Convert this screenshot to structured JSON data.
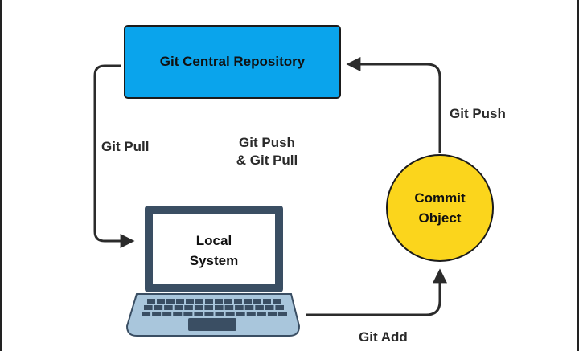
{
  "diagram": {
    "nodes": {
      "repository": {
        "label": "Git Central Repository",
        "fill": "#0aa4ec",
        "stroke": "#1b1b1b"
      },
      "commit_object": {
        "label": "Commit\nObject",
        "fill": "#fbd51c",
        "stroke": "#1b1b1b"
      },
      "local_system": {
        "label": "Local\nSystem",
        "frame_color": "#3a4e63",
        "screen_color": "#ffffff",
        "base_color": "#3a4e63"
      }
    },
    "edges": {
      "pull": {
        "label": "Git Pull",
        "from": "repository",
        "to": "local_system"
      },
      "push": {
        "label": "Git Push",
        "from": "commit_object",
        "to": "repository"
      },
      "add": {
        "label": "Git Add",
        "from": "local_system",
        "to": "commit_object"
      }
    },
    "annotation": {
      "text": "Git Push\n& Git Pull"
    },
    "colors": {
      "arrow": "#2b2b2b",
      "text": "#111111"
    }
  }
}
